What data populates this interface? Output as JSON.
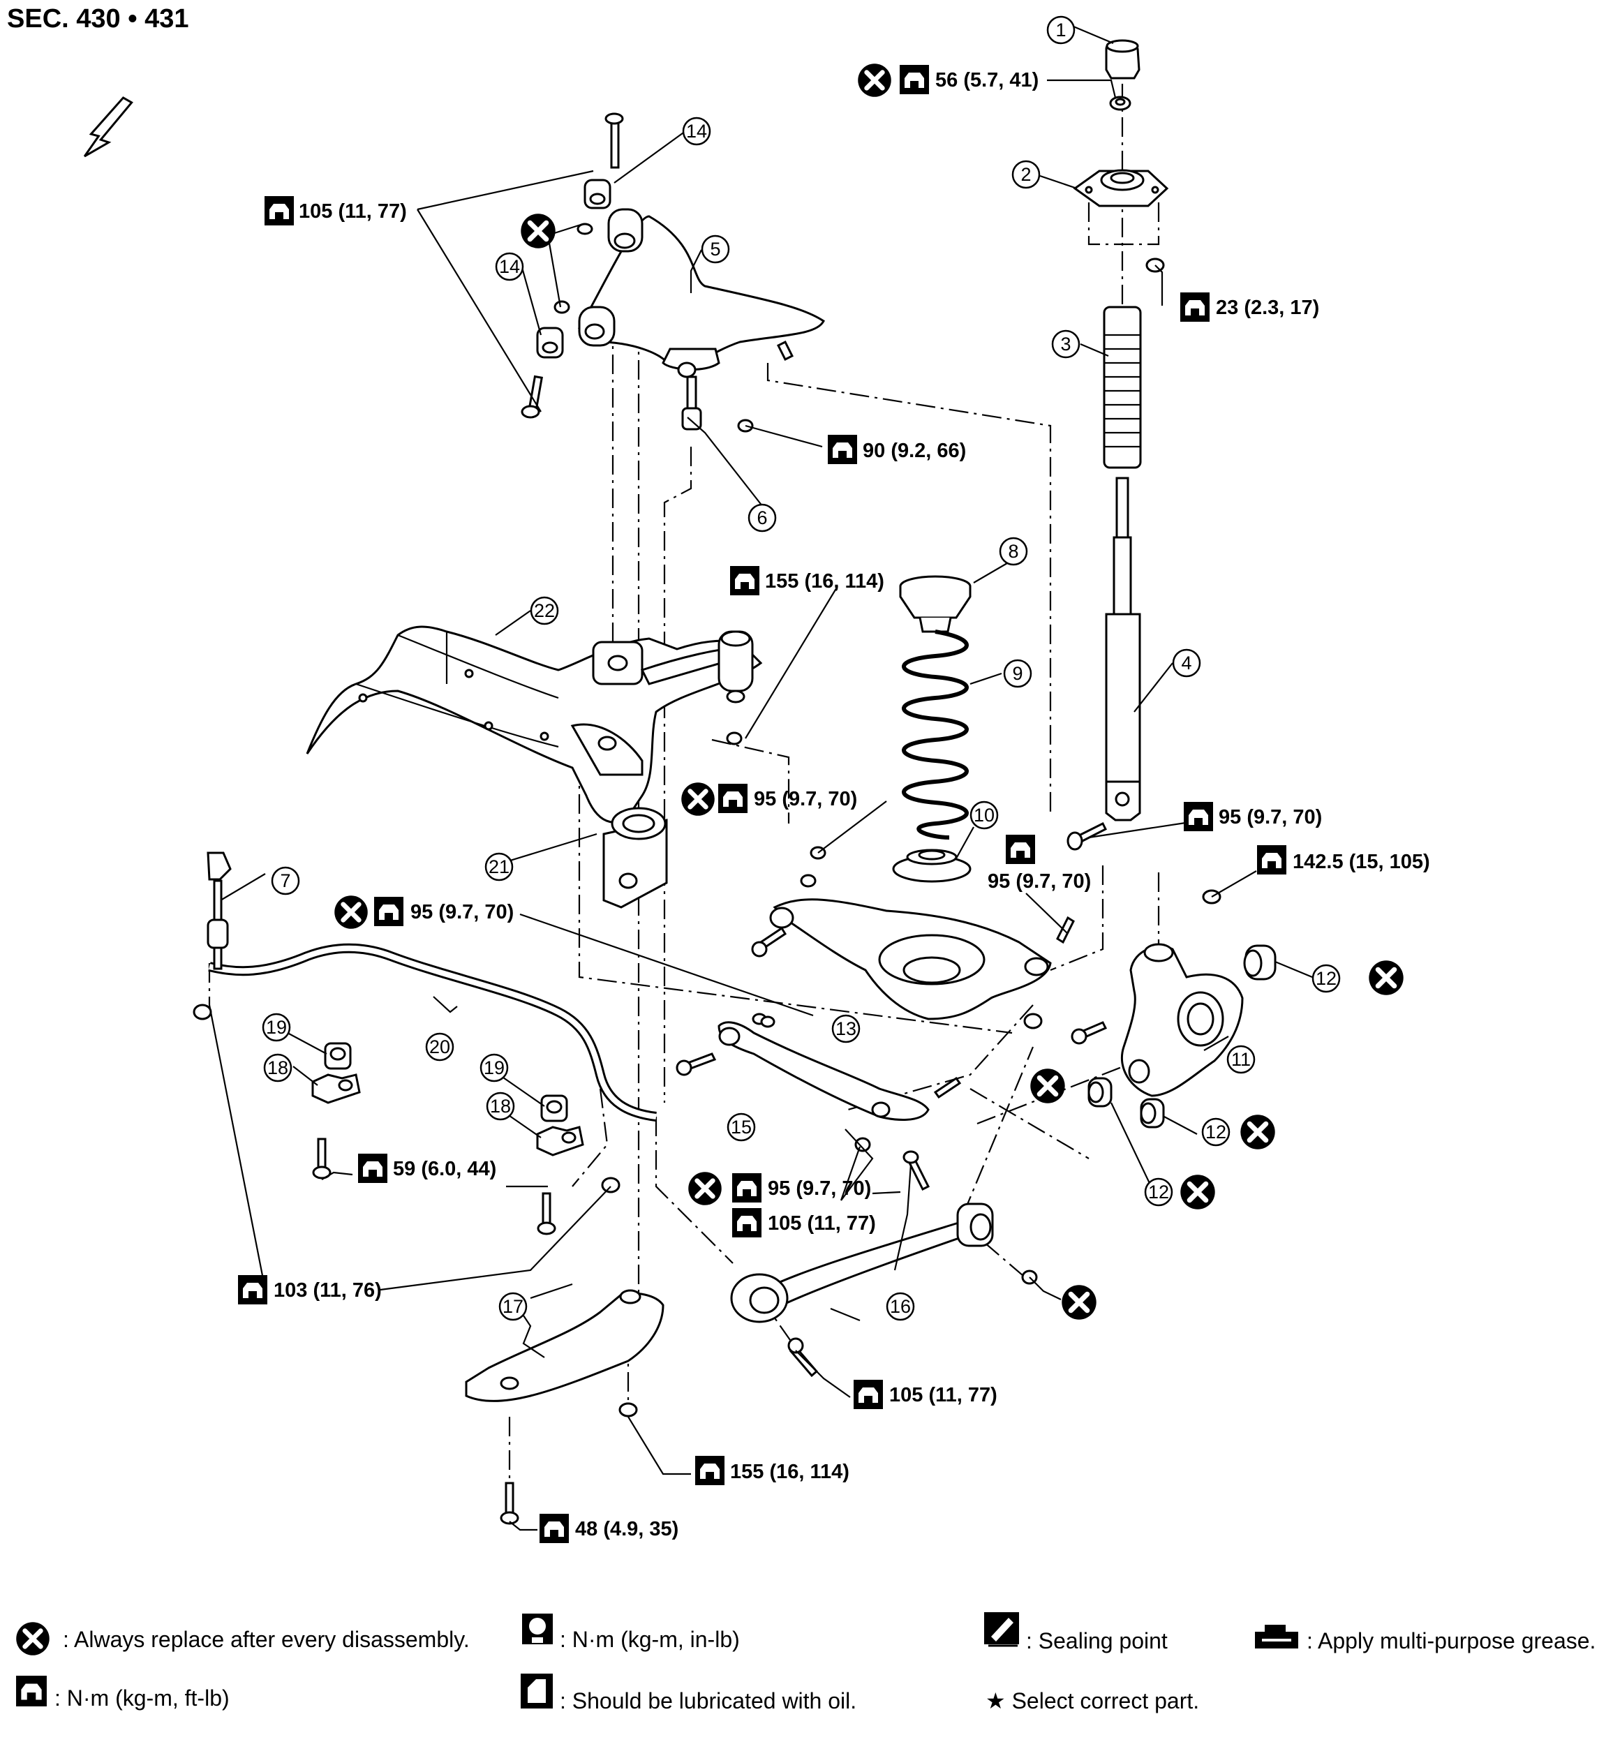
{
  "section": "SEC. 430 • 431",
  "callouts": [
    {
      "id": "1"
    },
    {
      "id": "2"
    },
    {
      "id": "3"
    },
    {
      "id": "4"
    },
    {
      "id": "5"
    },
    {
      "id": "6"
    },
    {
      "id": "7"
    },
    {
      "id": "8"
    },
    {
      "id": "9"
    },
    {
      "id": "10"
    },
    {
      "id": "11"
    },
    {
      "id": "12"
    },
    {
      "id": "12"
    },
    {
      "id": "12"
    },
    {
      "id": "13"
    },
    {
      "id": "14"
    },
    {
      "id": "14"
    },
    {
      "id": "15"
    },
    {
      "id": "16"
    },
    {
      "id": "17"
    },
    {
      "id": "18"
    },
    {
      "id": "18"
    },
    {
      "id": "19"
    },
    {
      "id": "19"
    },
    {
      "id": "20"
    },
    {
      "id": "21"
    },
    {
      "id": "22"
    }
  ],
  "torques": [
    {
      "text": "56 (5.7, 41)",
      "replace": true
    },
    {
      "text": "105 (11, 77)",
      "replace": false
    },
    {
      "text": "23 (2.3, 17)",
      "replace": false
    },
    {
      "text": "90 (9.2, 66)",
      "replace": false
    },
    {
      "text": "155 (16, 114)",
      "replace": false
    },
    {
      "text": "95 (9.7, 70)",
      "replace": true
    },
    {
      "text": "95 (9.7, 70)",
      "replace": false
    },
    {
      "text": "142.5 (15, 105)",
      "replace": false
    },
    {
      "text": "95 (9.7, 70)",
      "replace": false
    },
    {
      "text": "95 (9.7, 70)",
      "replace": true
    },
    {
      "text": "59 (6.0, 44)",
      "replace": false
    },
    {
      "text": "95 (9.7, 70)",
      "replace": true
    },
    {
      "text": "105 (11, 77)",
      "replace": false
    },
    {
      "text": "103 (11, 76)",
      "replace": false
    },
    {
      "text": "105 (11, 77)",
      "replace": false
    },
    {
      "text": "155 (16, 114)",
      "replace": false
    },
    {
      "text": "48 (4.9, 35)",
      "replace": false
    }
  ],
  "legend": {
    "replace": ": Always replace after every disassembly.",
    "nm_inlb": ": N·m (kg-m, in-lb)",
    "sealing": ": Sealing point",
    "grease": ": Apply multi-purpose grease.",
    "nm_ftlb": ": N·m (kg-m, ft-lb)",
    "oil": ": Should be lubricated with oil.",
    "select": "★ Select correct part."
  },
  "icons": [
    "replace-x-icon",
    "torque-wrench-icon",
    "torque-wrench-inlb-icon",
    "sealing-point-icon",
    "grease-icon",
    "oil-can-icon",
    "direction-arrow-icon"
  ]
}
